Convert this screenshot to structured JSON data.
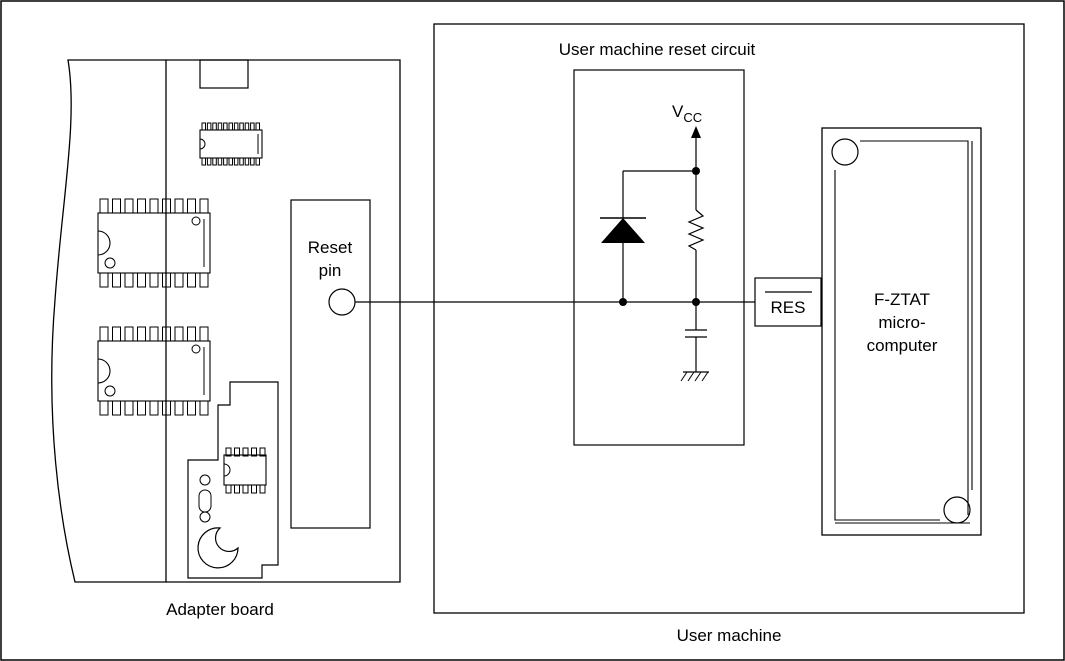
{
  "adapter_board": {
    "label": "Adapter board",
    "reset_pin_label_line1": "Reset",
    "reset_pin_label_line2": "pin"
  },
  "user_machine": {
    "label": "User machine",
    "reset_circuit_label": "User machine reset circuit",
    "vcc_main": "V",
    "vcc_sub": "CC",
    "res_label": "RES",
    "mcu_line1": "F-ZTAT",
    "mcu_line2": "micro-",
    "mcu_line3": "computer"
  }
}
